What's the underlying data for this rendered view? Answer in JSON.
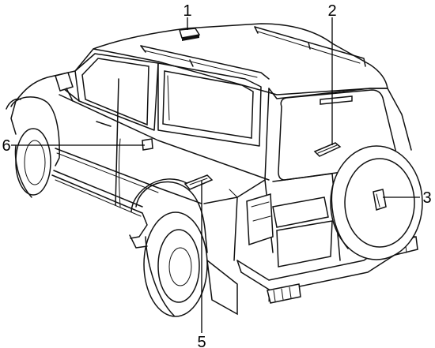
{
  "callouts": [
    {
      "id": "1",
      "label": "1"
    },
    {
      "id": "2",
      "label": "2"
    },
    {
      "id": "3",
      "label": "3"
    },
    {
      "id": "5",
      "label": "5"
    },
    {
      "id": "6",
      "label": "6"
    }
  ]
}
